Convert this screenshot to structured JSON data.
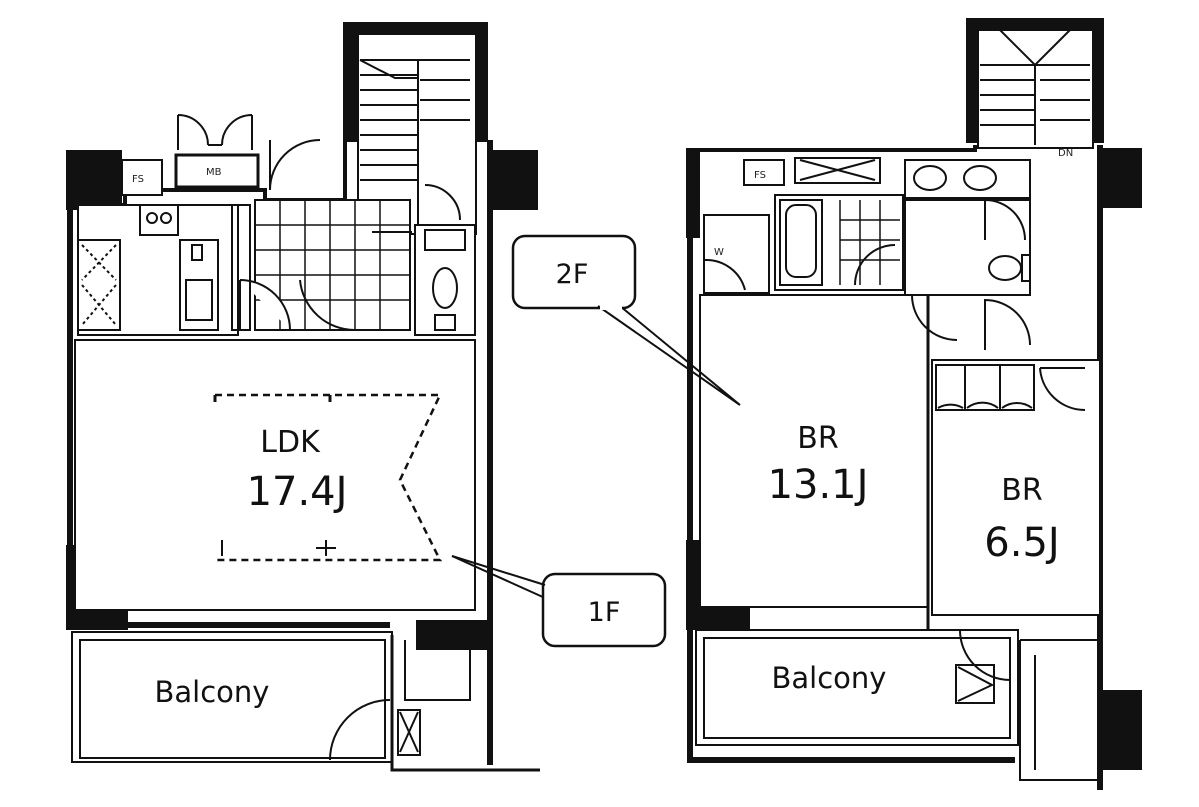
{
  "floors": [
    {
      "level": "1F",
      "rooms": [
        {
          "name": "LDK",
          "area": "17.4J"
        },
        {
          "name": "Balcony"
        }
      ],
      "fixtures": [
        "FS",
        "MB"
      ]
    },
    {
      "level": "2F",
      "rooms": [
        {
          "name": "BR",
          "area": "13.1J"
        },
        {
          "name": "BR",
          "area": "6.5J"
        },
        {
          "name": "Balcony"
        }
      ],
      "fixtures": [
        "FS",
        "W",
        "DN"
      ]
    }
  ]
}
